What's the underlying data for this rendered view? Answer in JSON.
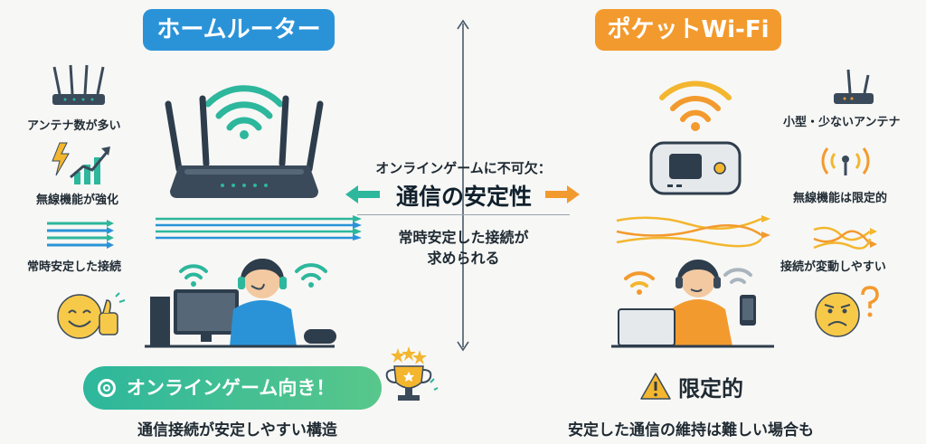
{
  "left": {
    "title": "ホームルーター",
    "features": [
      "アンテナ数が多い",
      "無線機能が強化",
      "常時安定した接続"
    ],
    "badge": "オンラインゲーム向き！",
    "caption": "通信接続が安定しやすい構造"
  },
  "center": {
    "lead": "オンラインゲームに不可欠：",
    "headline": "通信の安定性",
    "body_line1": "常時安定した接続が",
    "body_line2": "求められる"
  },
  "right": {
    "title": "ポケットWi-Fi",
    "features": [
      "小型・少ないアンテナ",
      "無線機能は限定的",
      "接続が変動しやすい"
    ],
    "badge": "限定的",
    "caption": "安定した通信の維持は難しい場合も"
  },
  "colors": {
    "left_accent": "#2a93d8",
    "right_accent": "#f39a2e",
    "signal_green": "#2db79c",
    "badge_green": "#3dbd93"
  },
  "icons": {
    "home_router": "router-icon",
    "pocket_wifi": "pocket-wifi-icon",
    "thumbs_up": "smile-thumbs-up-icon",
    "worried": "worried-face-icon",
    "trophy": "trophy-icon",
    "warning": "warning-icon"
  }
}
